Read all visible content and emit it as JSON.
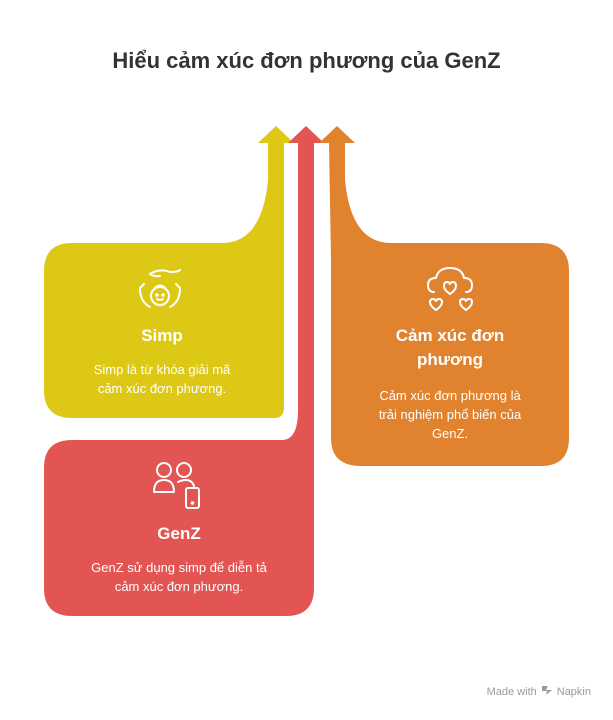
{
  "title": "Hiểu cảm xúc đơn phương của GenZ",
  "colors": {
    "simp": "#DDC915",
    "genz": "#E25552",
    "feeling": "#E0822E",
    "title": "#333333"
  },
  "cards": {
    "simp": {
      "title": "Simp",
      "desc_line1": "Simp là từ khóa giải mã",
      "desc_line2": "cảm xúc đơn phương.",
      "icon": "child-hand-icon"
    },
    "genz": {
      "title": "GenZ",
      "desc_line1": "GenZ sử dụng simp để diễn tả",
      "desc_line2": "cảm xúc đơn phương.",
      "icon": "people-phone-icon"
    },
    "feeling": {
      "title_line1": "Cảm xúc đơn",
      "title_line2": "phương",
      "desc_line1": "Cảm xúc đơn phương là",
      "desc_line2": "trải nghiệm phổ biến của",
      "desc_line3": "GenZ.",
      "icon": "cloud-hearts-icon"
    }
  },
  "footer": {
    "made_with": "Made with",
    "brand": "Napkin"
  }
}
